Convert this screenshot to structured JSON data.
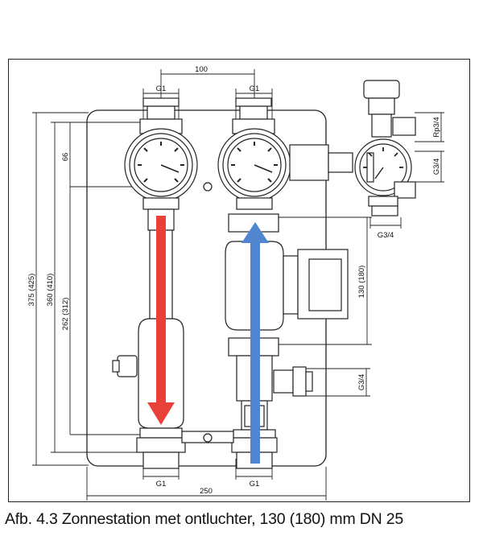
{
  "caption": "Afb. 4.3 Zonnestation met ontluchter, 130 (180) mm DN 25",
  "dimensions": {
    "top_spacing": "100",
    "top_left_thread": "G1",
    "top_right_thread": "G1",
    "bottom_left_thread": "G1",
    "bottom_right_thread": "G1",
    "overall_width": "250",
    "height_66": "66",
    "height_375": "375 (425)",
    "height_360": "360 (410)",
    "height_262": "262 (312)",
    "pump_length": "130 (180)",
    "side_rp": "Rp3/4",
    "side_g34_top": "G3/4",
    "side_g34_mid": "G3/4",
    "side_g34_low": "G3/4"
  },
  "colors": {
    "flow_red": "#e8413a",
    "flow_blue": "#4f86cf",
    "line": "#222222"
  }
}
